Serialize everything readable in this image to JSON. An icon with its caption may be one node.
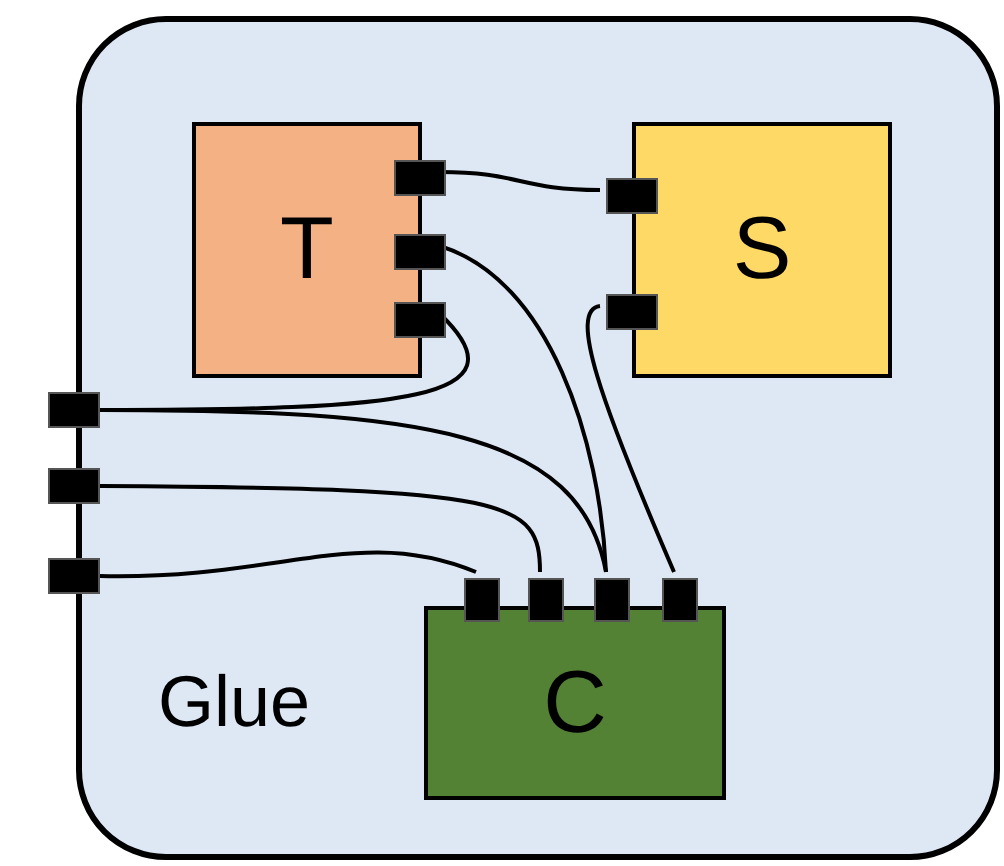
{
  "diagram": {
    "nodes": [
      {
        "text": [
          "Glue"
        ]
      },
      {
        "text": [
          "T"
        ],
        "in": 0
      },
      {
        "text": [],
        "shape": "box",
        "in": 0
      },
      {
        "text": [],
        "shape": "box",
        "in": 0
      },
      {
        "text": [],
        "shape": "box",
        "in": 0
      },
      {
        "text": [
          "S"
        ],
        "in": 0
      },
      {
        "text": [],
        "shape": "box",
        "in": 0
      },
      {
        "text": [],
        "shape": "box",
        "in": 0
      },
      {
        "text": [],
        "shape": "box"
      },
      {
        "text": [],
        "shape": "box"
      },
      {
        "text": [],
        "shape": "box"
      },
      {
        "text": [
          "C"
        ],
        "in": 0
      },
      {
        "text": [],
        "shape": "box",
        "in": 0
      },
      {
        "text": [],
        "shape": "box",
        "in": 0
      },
      {
        "text": [],
        "shape": "box",
        "in": 0
      },
      {
        "text": [],
        "shape": "box",
        "in": 0
      }
    ],
    "edges": [
      {
        "from": 2,
        "to": 6,
        "arrow": "none"
      },
      {
        "from": 3,
        "to": 14,
        "arrow": "none"
      },
      {
        "from": 4,
        "to": 8,
        "arrow": "none"
      },
      {
        "from": 8,
        "to": 14,
        "arrow": "none"
      },
      {
        "from": 9,
        "to": 13,
        "arrow": "none"
      },
      {
        "from": 10,
        "to": 12,
        "arrow": "none"
      },
      {
        "from": 7,
        "to": 15,
        "arrow": "none"
      }
    ]
  }
}
